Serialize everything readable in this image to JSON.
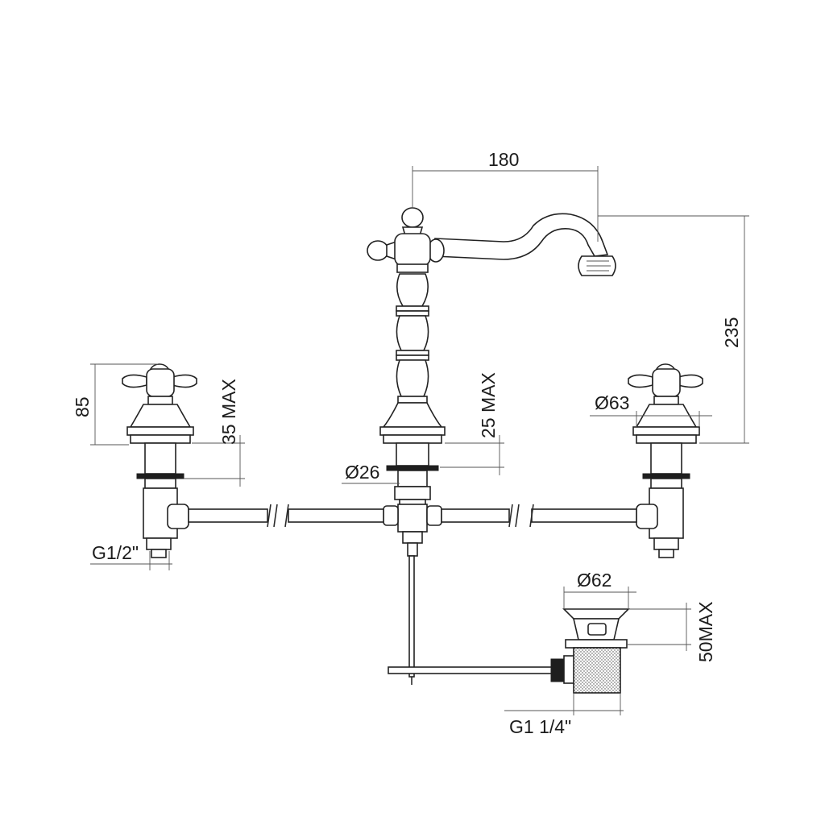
{
  "dimensions": {
    "spout_reach": "180",
    "spout_height": "235",
    "handle_height": "85",
    "left_deck_thickness": "35 MAX",
    "center_deck_thickness": "25 MAX",
    "handle_diameter": "Ø63",
    "center_hole": "Ø26",
    "inlet_thread": "G1/2\"",
    "waste_diameter": "Ø62",
    "waste_thickness": "50MAX",
    "waste_thread": "G1 1/4\""
  }
}
